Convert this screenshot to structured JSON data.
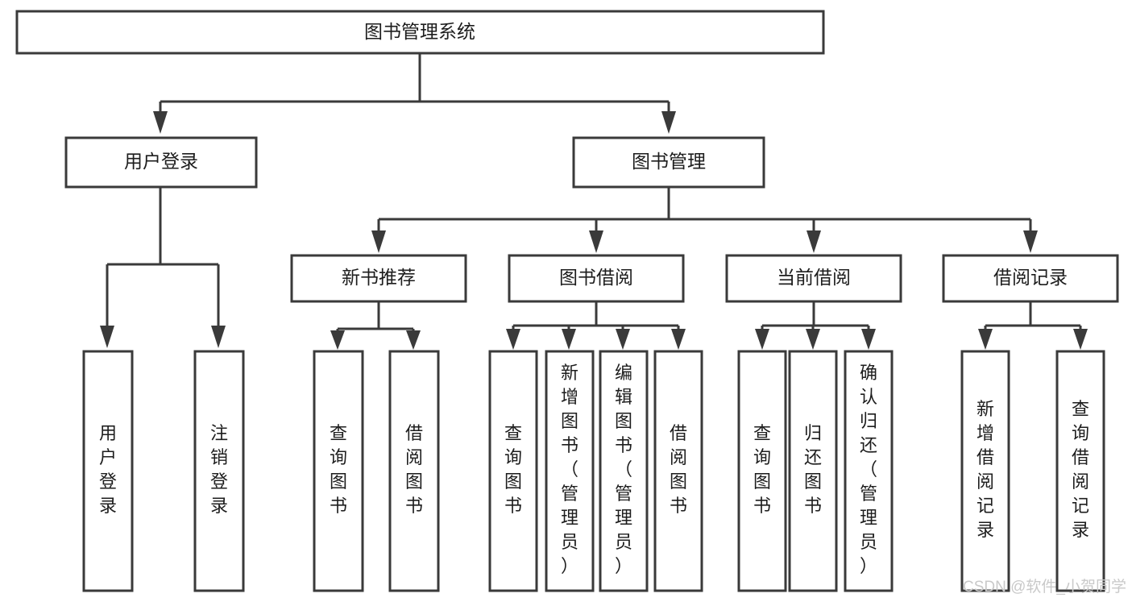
{
  "diagram": {
    "title": "图书管理系统",
    "type": "tree-hierarchy",
    "root": {
      "id": "root",
      "label": "图书管理系统"
    },
    "level2": [
      {
        "id": "user-login",
        "label": "用户登录"
      },
      {
        "id": "book-manage",
        "label": "图书管理"
      }
    ],
    "level3": [
      {
        "id": "new-book-rec",
        "label": "新书推荐"
      },
      {
        "id": "book-borrow",
        "label": "图书借阅"
      },
      {
        "id": "current-borrow",
        "label": "当前借阅"
      },
      {
        "id": "borrow-record",
        "label": "借阅记录"
      }
    ],
    "leaves": {
      "user_login": [
        {
          "id": "leaf-user-login",
          "label": "用户登录"
        },
        {
          "id": "leaf-logout",
          "label": "注销登录"
        }
      ],
      "new_book_rec": [
        {
          "id": "leaf-query-book-1",
          "label": "查询图书"
        },
        {
          "id": "leaf-borrow-book-1",
          "label": "借阅图书"
        }
      ],
      "book_borrow": [
        {
          "id": "leaf-query-book-2",
          "label": "查询图书"
        },
        {
          "id": "leaf-add-book",
          "label": "新增图书（管理员）"
        },
        {
          "id": "leaf-edit-book",
          "label": "编辑图书（管理员）"
        },
        {
          "id": "leaf-borrow-book-2",
          "label": "借阅图书"
        }
      ],
      "current_borrow": [
        {
          "id": "leaf-query-book-3",
          "label": "查询图书"
        },
        {
          "id": "leaf-return-book",
          "label": "归还图书"
        },
        {
          "id": "leaf-confirm-return",
          "label": "确认归还（管理员）"
        }
      ],
      "borrow_record": [
        {
          "id": "leaf-add-record",
          "label": "新增借阅记录"
        },
        {
          "id": "leaf-query-record",
          "label": "查询借阅记录"
        }
      ]
    }
  },
  "watermark": {
    "text": "CSDN @软件_小贺同学"
  },
  "colors": {
    "box_stroke": "#3a3a3a",
    "box_fill": "#ffffff",
    "text": "#1d1d1d",
    "watermark": "#c9c9c9",
    "background": "#ffffff"
  }
}
